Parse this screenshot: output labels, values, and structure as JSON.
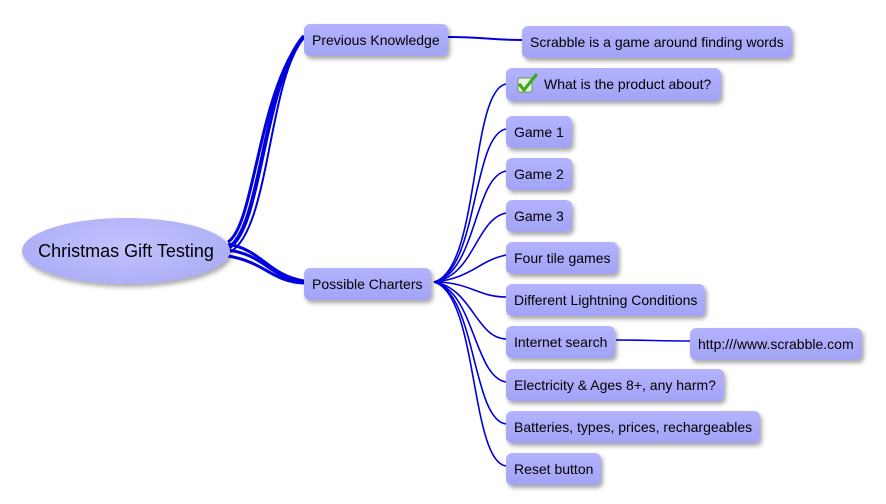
{
  "root": {
    "label": "Christmas Gift Testing"
  },
  "branches": {
    "previous": {
      "label": "Previous Knowledge",
      "child": "Scrabble is a game around finding words"
    },
    "charters": {
      "label": "Possible Charters",
      "items": [
        {
          "label": "What is the product about?",
          "icon": "checkmark-icon"
        },
        {
          "label": "Game 1"
        },
        {
          "label": "Game 2"
        },
        {
          "label": "Game 3"
        },
        {
          "label": "Four tile games"
        },
        {
          "label": "Different Lightning Conditions"
        },
        {
          "label": "Internet search",
          "child": "http:///www.scrabble.com"
        },
        {
          "label": "Electricity & Ages 8+, any harm?"
        },
        {
          "label": "Batteries, types, prices, rechargeables"
        },
        {
          "label": "Reset button"
        }
      ]
    }
  },
  "colors": {
    "node_fill": "#a9a9f7",
    "connector": "#0000e0",
    "check": "#3caa1e"
  }
}
